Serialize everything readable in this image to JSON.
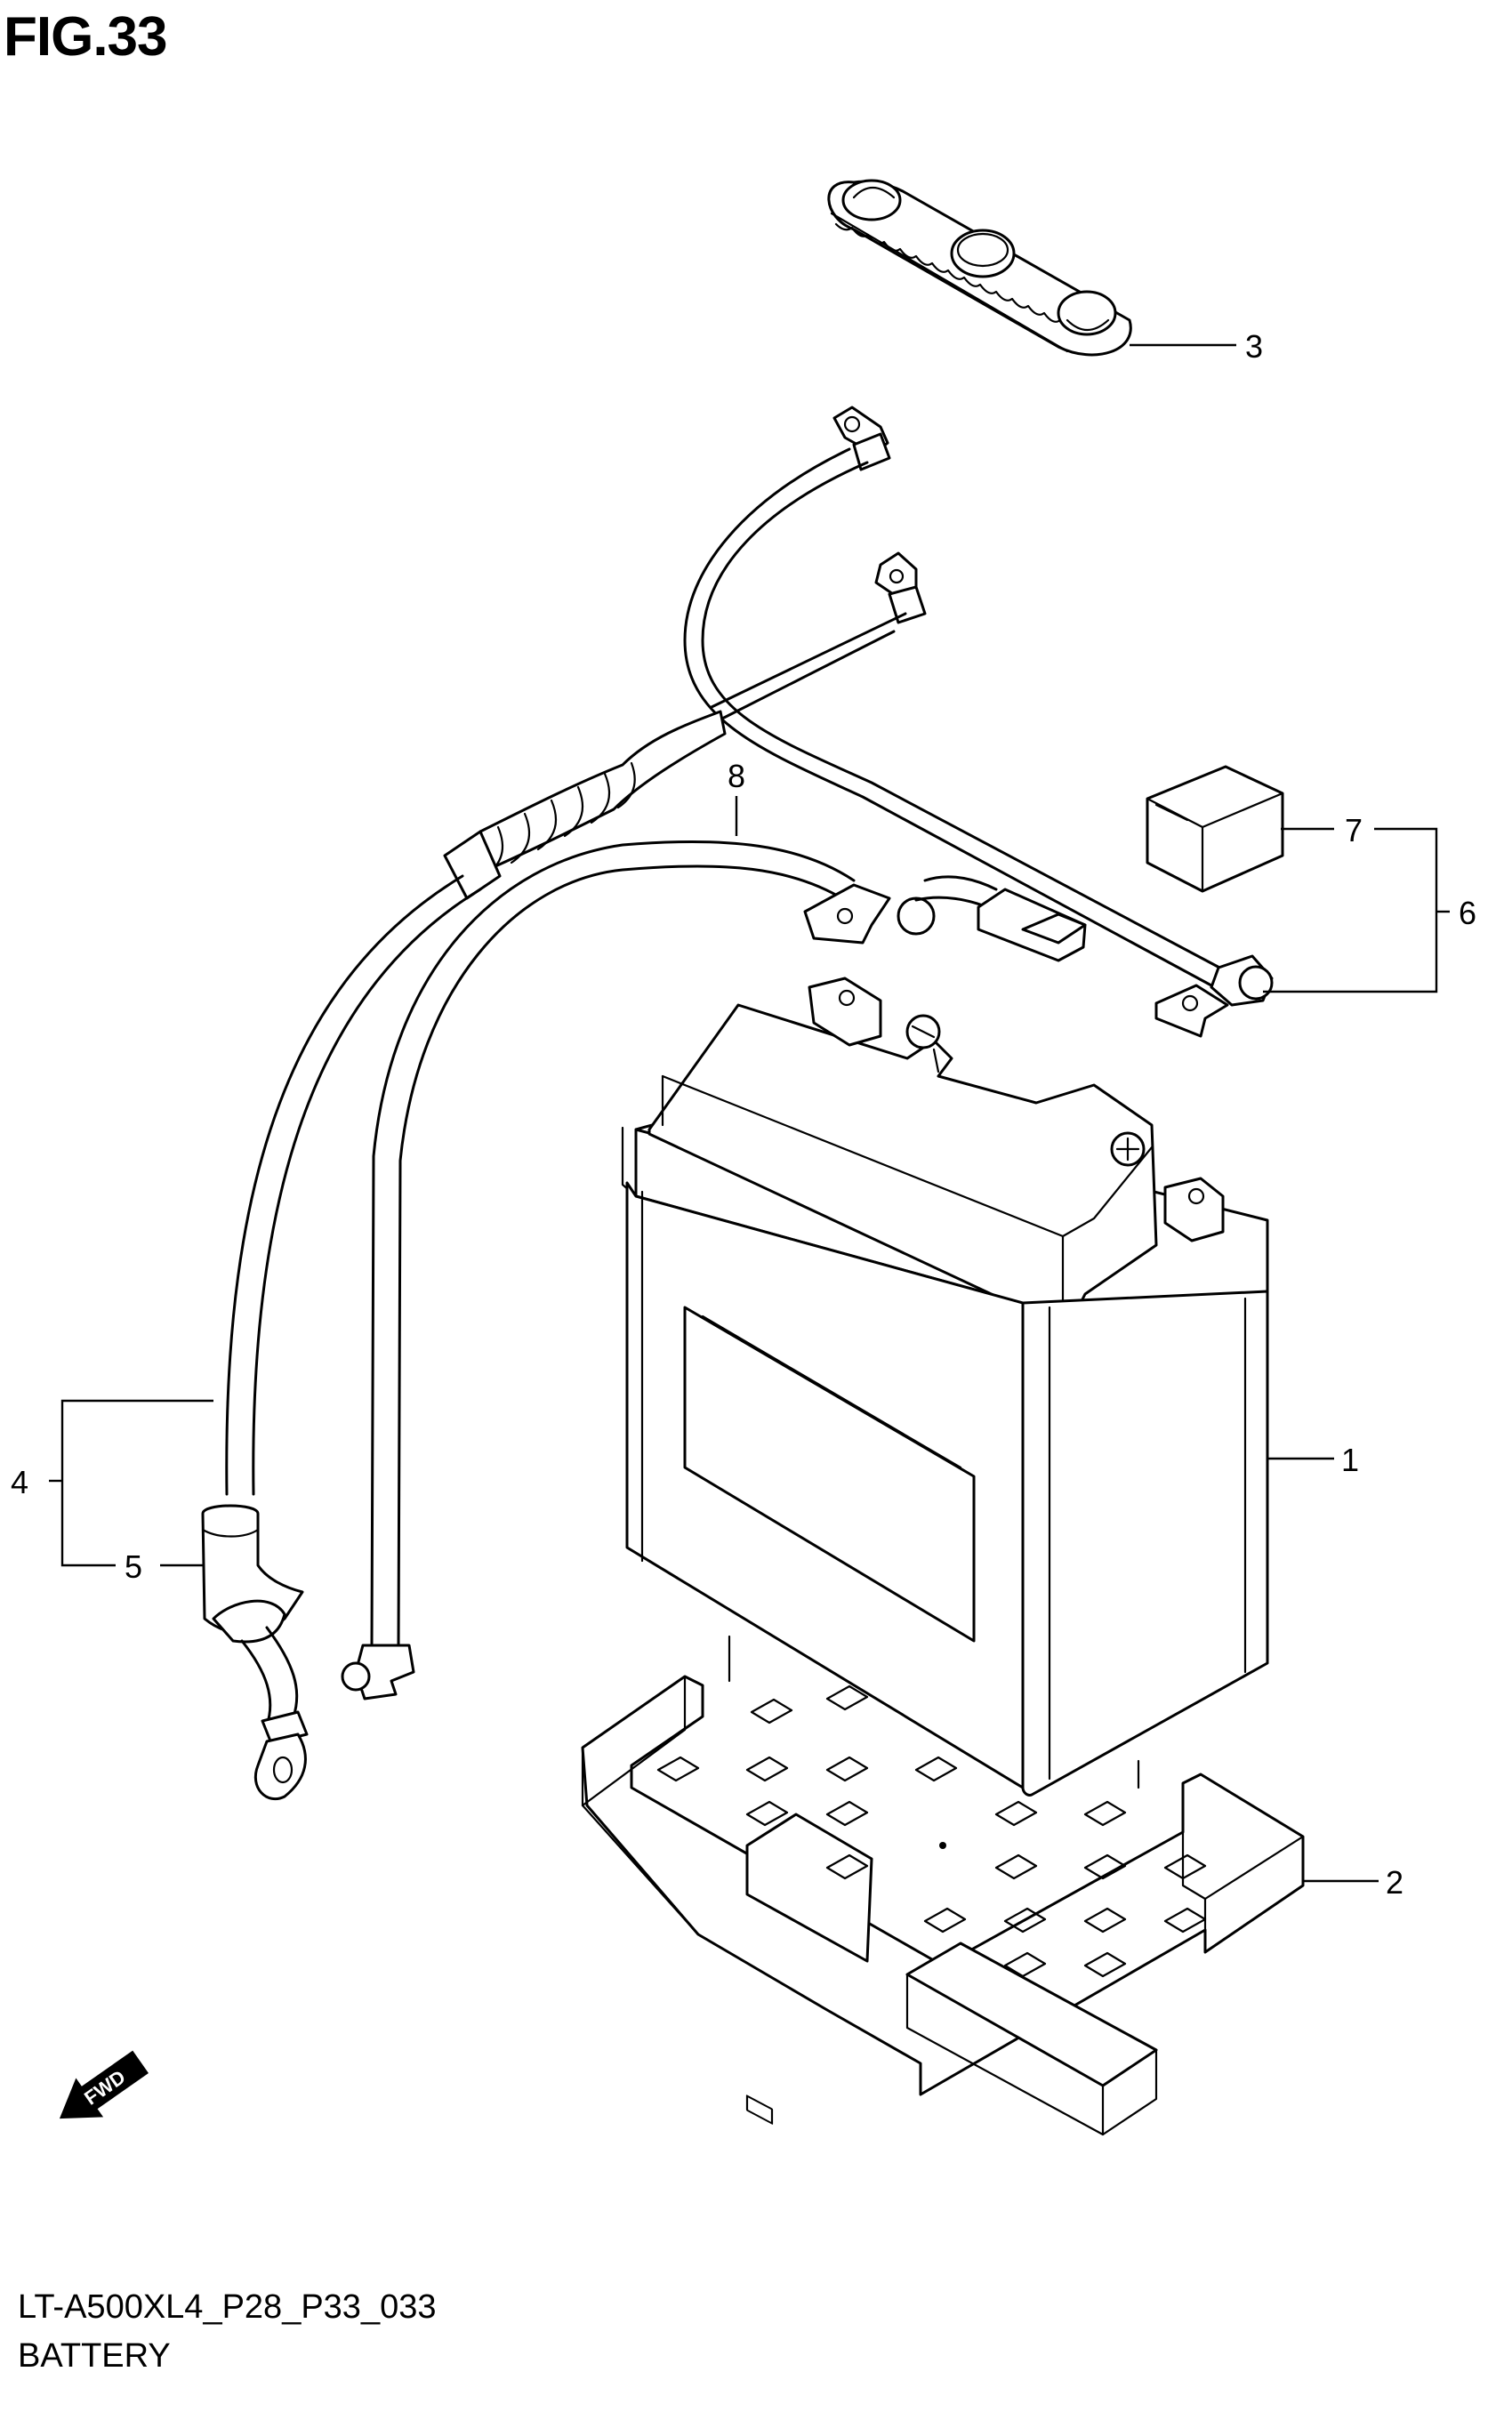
{
  "figure": {
    "title": "FIG.33",
    "code": "LT-A500XL4_P28_P33_033",
    "name": "BATTERY"
  },
  "callouts": [
    {
      "id": "1",
      "label": "1",
      "part": "battery"
    },
    {
      "id": "2",
      "label": "2",
      "part": "battery-tray"
    },
    {
      "id": "3",
      "label": "3",
      "part": "battery-cover"
    },
    {
      "id": "4",
      "label": "4",
      "part": "negative-cable-assembly"
    },
    {
      "id": "5",
      "label": "5",
      "part": "terminal-boot"
    },
    {
      "id": "6",
      "label": "6",
      "part": "positive-cable-assembly"
    },
    {
      "id": "7",
      "label": "7",
      "part": "terminal-cap"
    },
    {
      "id": "8",
      "label": "8",
      "part": "lead-wire"
    }
  ],
  "fwd_arrow": {
    "label": "FWD"
  },
  "icons": [
    "fwd-arrow-icon"
  ]
}
